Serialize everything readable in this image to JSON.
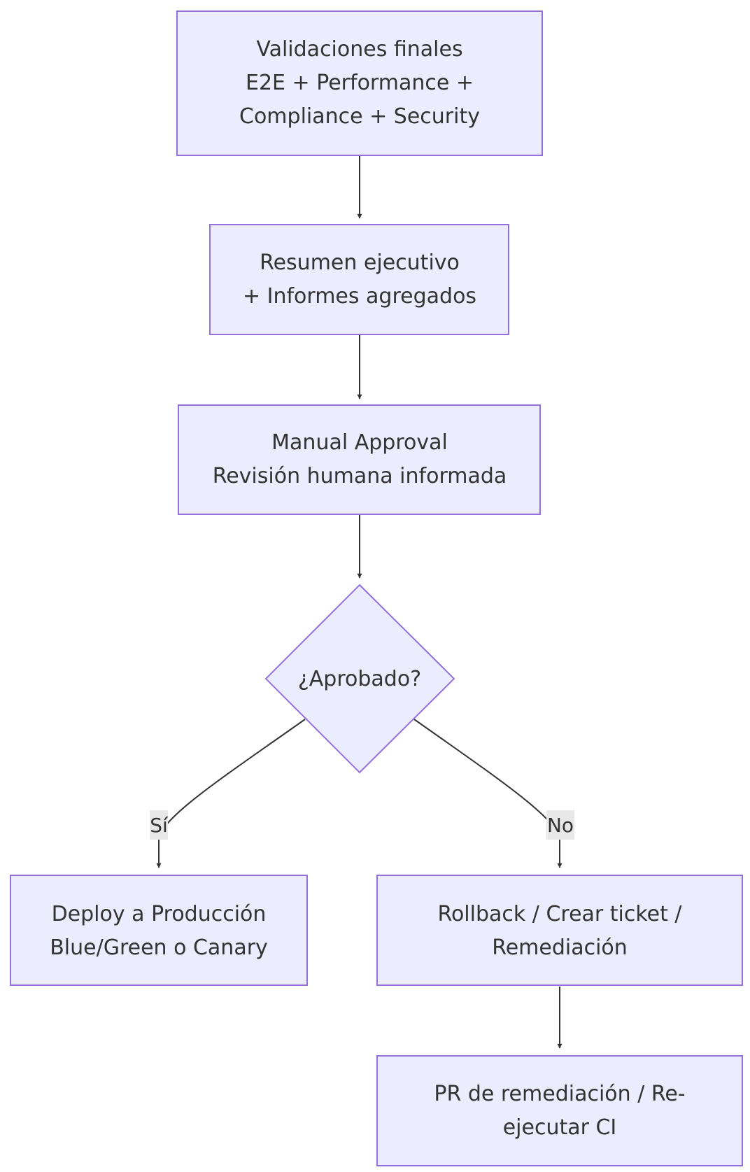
{
  "nodes": {
    "validaciones": {
      "line1": "Validaciones finales",
      "line2": "E2E + Performance +",
      "line3": "Compliance + Security"
    },
    "resumen": {
      "line1": "Resumen ejecutivo",
      "line2": "+ Informes agregados"
    },
    "approval": {
      "line1": "Manual Approval",
      "line2": "Revisión humana informada"
    },
    "decision": {
      "label": "¿Aprobado?"
    },
    "deploy": {
      "line1": "Deploy a Producción",
      "line2": "Blue/Green o Canary"
    },
    "rollback": {
      "line1": "Rollback / Crear ticket /",
      "line2": "Remediación"
    },
    "pr": {
      "line1": "PR de remediación / Re-",
      "line2": "ejecutar CI"
    }
  },
  "edges": {
    "yes_label": "Sí",
    "no_label": "No"
  },
  "colors": {
    "node_fill": "#ECECFF",
    "node_stroke": "#9370DB",
    "edge": "#333333",
    "text": "#333333",
    "edge_label_bg": "#e8e8e8"
  }
}
